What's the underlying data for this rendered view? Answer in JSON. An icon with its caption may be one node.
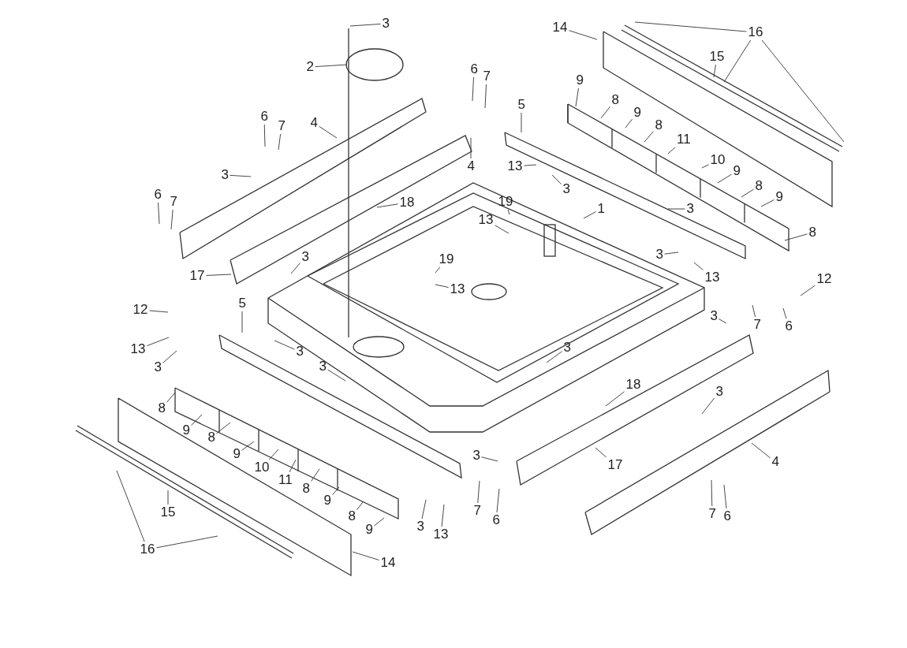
{
  "diagram": {
    "nodes": [
      {
        "text": [
          "3"
        ]
      },
      {
        "text": [
          "2"
        ]
      },
      {
        "text": [
          "6"
        ]
      },
      {
        "text": [
          "7"
        ]
      },
      {
        "text": [
          "4"
        ]
      },
      {
        "text": [
          "3"
        ]
      },
      {
        "text": [
          "6"
        ]
      },
      {
        "text": [
          "7"
        ]
      },
      {
        "text": [
          "18"
        ]
      },
      {
        "text": [
          "17"
        ]
      },
      {
        "text": [
          "3"
        ]
      },
      {
        "text": [
          "12"
        ]
      },
      {
        "text": [
          "5"
        ]
      },
      {
        "text": [
          "13"
        ]
      },
      {
        "text": [
          "3"
        ]
      },
      {
        "text": [
          "3"
        ]
      },
      {
        "text": [
          "3"
        ]
      },
      {
        "text": [
          "8"
        ]
      },
      {
        "text": [
          "9"
        ]
      },
      {
        "text": [
          "8"
        ]
      },
      {
        "text": [
          "9"
        ]
      },
      {
        "text": [
          "10"
        ]
      },
      {
        "text": [
          "11"
        ]
      },
      {
        "text": [
          "8"
        ]
      },
      {
        "text": [
          "9"
        ]
      },
      {
        "text": [
          "8"
        ]
      },
      {
        "text": [
          "9"
        ]
      },
      {
        "text": [
          "15"
        ]
      },
      {
        "text": [
          "16"
        ]
      },
      {
        "text": [
          "14"
        ]
      },
      {
        "text": [
          "3"
        ]
      },
      {
        "text": [
          "13"
        ]
      },
      {
        "text": [
          "3"
        ]
      },
      {
        "text": [
          "7"
        ]
      },
      {
        "text": [
          "6"
        ]
      },
      {
        "text": [
          "13"
        ]
      },
      {
        "text": [
          "19"
        ]
      },
      {
        "text": [
          "19"
        ]
      },
      {
        "text": [
          "13"
        ]
      },
      {
        "text": [
          "1"
        ]
      },
      {
        "text": [
          "3"
        ]
      },
      {
        "text": [
          "18"
        ]
      },
      {
        "text": [
          "17"
        ]
      },
      {
        "text": [
          "3"
        ]
      },
      {
        "text": [
          "4"
        ]
      },
      {
        "text": [
          "7"
        ]
      },
      {
        "text": [
          "6"
        ]
      },
      {
        "text": [
          "3"
        ]
      },
      {
        "text": [
          "6"
        ]
      },
      {
        "text": [
          "7"
        ]
      },
      {
        "text": [
          "5"
        ]
      },
      {
        "text": [
          "4"
        ]
      },
      {
        "text": [
          "13"
        ]
      },
      {
        "text": [
          "3"
        ]
      },
      {
        "text": [
          "14"
        ]
      },
      {
        "text": [
          "16"
        ]
      },
      {
        "text": [
          "15"
        ]
      },
      {
        "text": [
          "9"
        ]
      },
      {
        "text": [
          "8"
        ]
      },
      {
        "text": [
          "9"
        ]
      },
      {
        "text": [
          "8"
        ]
      },
      {
        "text": [
          "11"
        ]
      },
      {
        "text": [
          "10"
        ]
      },
      {
        "text": [
          "9"
        ]
      },
      {
        "text": [
          "8"
        ]
      },
      {
        "text": [
          "9"
        ]
      },
      {
        "text": [
          "8"
        ]
      },
      {
        "text": [
          "3"
        ]
      },
      {
        "text": [
          "3"
        ]
      },
      {
        "text": [
          "13"
        ]
      },
      {
        "text": [
          "12"
        ]
      },
      {
        "text": [
          "7"
        ]
      },
      {
        "text": [
          "6"
        ]
      }
    ],
    "edges": [
      {
        "from": 0,
        "to": null,
        "arrow": "none"
      },
      {
        "from": 1,
        "to": null,
        "arrow": "none"
      },
      {
        "from": 2,
        "to": null,
        "arrow": "none"
      },
      {
        "from": 3,
        "to": null,
        "arrow": "none"
      },
      {
        "from": 4,
        "to": null,
        "arrow": "none"
      },
      {
        "from": 5,
        "to": null,
        "arrow": "none"
      },
      {
        "from": 6,
        "to": null,
        "arrow": "none"
      },
      {
        "from": 7,
        "to": null,
        "arrow": "none"
      },
      {
        "from": 8,
        "to": null,
        "arrow": "none"
      },
      {
        "from": 9,
        "to": null,
        "arrow": "none"
      },
      {
        "from": 10,
        "to": null,
        "arrow": "none"
      },
      {
        "from": 11,
        "to": null,
        "arrow": "none"
      },
      {
        "from": 12,
        "to": null,
        "arrow": "none"
      },
      {
        "from": 13,
        "to": null,
        "arrow": "none"
      },
      {
        "from": 14,
        "to": null,
        "arrow": "none"
      },
      {
        "from": 15,
        "to": null,
        "arrow": "none"
      },
      {
        "from": 16,
        "to": null,
        "arrow": "none"
      },
      {
        "from": 17,
        "to": null,
        "arrow": "none"
      },
      {
        "from": 18,
        "to": null,
        "arrow": "none"
      },
      {
        "from": 19,
        "to": null,
        "arrow": "none"
      },
      {
        "from": 20,
        "to": null,
        "arrow": "none"
      },
      {
        "from": 21,
        "to": null,
        "arrow": "none"
      },
      {
        "from": 22,
        "to": null,
        "arrow": "none"
      },
      {
        "from": 23,
        "to": null,
        "arrow": "none"
      },
      {
        "from": 24,
        "to": null,
        "arrow": "none"
      },
      {
        "from": 25,
        "to": null,
        "arrow": "none"
      },
      {
        "from": 26,
        "to": null,
        "arrow": "none"
      },
      {
        "from": 27,
        "to": null,
        "arrow": "none"
      },
      {
        "from": 28,
        "to": null,
        "arrow": "none"
      },
      {
        "from": 28,
        "to": null,
        "arrow": "none"
      },
      {
        "from": 29,
        "to": null,
        "arrow": "none"
      },
      {
        "from": 30,
        "to": null,
        "arrow": "none"
      },
      {
        "from": 31,
        "to": null,
        "arrow": "none"
      },
      {
        "from": 32,
        "to": null,
        "arrow": "none"
      },
      {
        "from": 33,
        "to": null,
        "arrow": "none"
      },
      {
        "from": 34,
        "to": null,
        "arrow": "none"
      },
      {
        "from": 35,
        "to": null,
        "arrow": "none"
      },
      {
        "from": 36,
        "to": null,
        "arrow": "none"
      },
      {
        "from": 37,
        "to": null,
        "arrow": "none"
      },
      {
        "from": 38,
        "to": null,
        "arrow": "none"
      },
      {
        "from": 39,
        "to": null,
        "arrow": "none"
      },
      {
        "from": 40,
        "to": null,
        "arrow": "none"
      },
      {
        "from": 41,
        "to": null,
        "arrow": "none"
      },
      {
        "from": 42,
        "to": null,
        "arrow": "none"
      },
      {
        "from": 43,
        "to": null,
        "arrow": "none"
      },
      {
        "from": 44,
        "to": null,
        "arrow": "none"
      },
      {
        "from": 45,
        "to": null,
        "arrow": "none"
      },
      {
        "from": 46,
        "to": null,
        "arrow": "none"
      },
      {
        "from": 47,
        "to": null,
        "arrow": "none"
      },
      {
        "from": 48,
        "to": null,
        "arrow": "none"
      },
      {
        "from": 49,
        "to": null,
        "arrow": "none"
      },
      {
        "from": 50,
        "to": null,
        "arrow": "none"
      },
      {
        "from": 51,
        "to": null,
        "arrow": "none"
      },
      {
        "from": 52,
        "to": null,
        "arrow": "none"
      },
      {
        "from": 53,
        "to": null,
        "arrow": "none"
      },
      {
        "from": 54,
        "to": null,
        "arrow": "none"
      },
      {
        "from": 55,
        "to": null,
        "arrow": "none"
      },
      {
        "from": 55,
        "to": null,
        "arrow": "none"
      },
      {
        "from": 55,
        "to": null,
        "arrow": "none"
      },
      {
        "from": 56,
        "to": null,
        "arrow": "none"
      },
      {
        "from": 57,
        "to": null,
        "arrow": "none"
      },
      {
        "from": 58,
        "to": null,
        "arrow": "none"
      },
      {
        "from": 59,
        "to": null,
        "arrow": "none"
      },
      {
        "from": 60,
        "to": null,
        "arrow": "none"
      },
      {
        "from": 61,
        "to": null,
        "arrow": "none"
      },
      {
        "from": 62,
        "to": null,
        "arrow": "none"
      },
      {
        "from": 63,
        "to": null,
        "arrow": "none"
      },
      {
        "from": 64,
        "to": null,
        "arrow": "none"
      },
      {
        "from": 65,
        "to": null,
        "arrow": "none"
      },
      {
        "from": 66,
        "to": null,
        "arrow": "none"
      },
      {
        "from": 67,
        "to": null,
        "arrow": "none"
      },
      {
        "from": 68,
        "to": null,
        "arrow": "none"
      },
      {
        "from": 69,
        "to": null,
        "arrow": "none"
      },
      {
        "from": 70,
        "to": null,
        "arrow": "none"
      },
      {
        "from": 71,
        "to": null,
        "arrow": "none"
      },
      {
        "from": 72,
        "to": null,
        "arrow": "none"
      }
    ]
  }
}
